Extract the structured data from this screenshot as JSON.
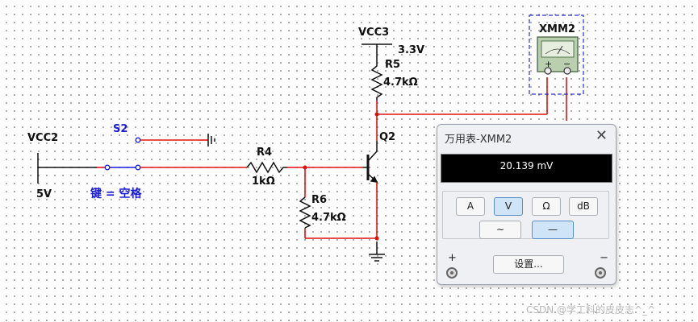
{
  "components": {
    "vcc2": {
      "name": "VCC2",
      "value": "5V"
    },
    "vcc3": {
      "name": "VCC3",
      "value": "3.3V"
    },
    "switch": {
      "name": "S2",
      "key_label": "键 = 空格"
    },
    "r4": {
      "name": "R4",
      "value": "1kΩ"
    },
    "r5": {
      "name": "R5",
      "value": "4.7kΩ"
    },
    "r6": {
      "name": "R6",
      "value": "4.7kΩ"
    },
    "q2": {
      "name": "Q2"
    },
    "xmm2": {
      "name": "XMM2",
      "plus": "+",
      "minus": "−"
    }
  },
  "wire_color": "#e01010",
  "multimeter": {
    "title": "万用表-XMM2",
    "reading": "20.139 mV",
    "buttons": [
      {
        "label": "A",
        "active": false
      },
      {
        "label": "V",
        "active": true
      },
      {
        "label": "Ω",
        "active": false
      },
      {
        "label": "dB",
        "active": false
      }
    ],
    "mode_buttons": [
      {
        "label": "∼",
        "active": false
      },
      {
        "label": "—",
        "active": true
      }
    ],
    "settings_label": "设置...",
    "plus_label": "+",
    "minus_label": "−",
    "close_label": "✕"
  },
  "watermark": "CSDN @学工科的皮皮志^_^"
}
